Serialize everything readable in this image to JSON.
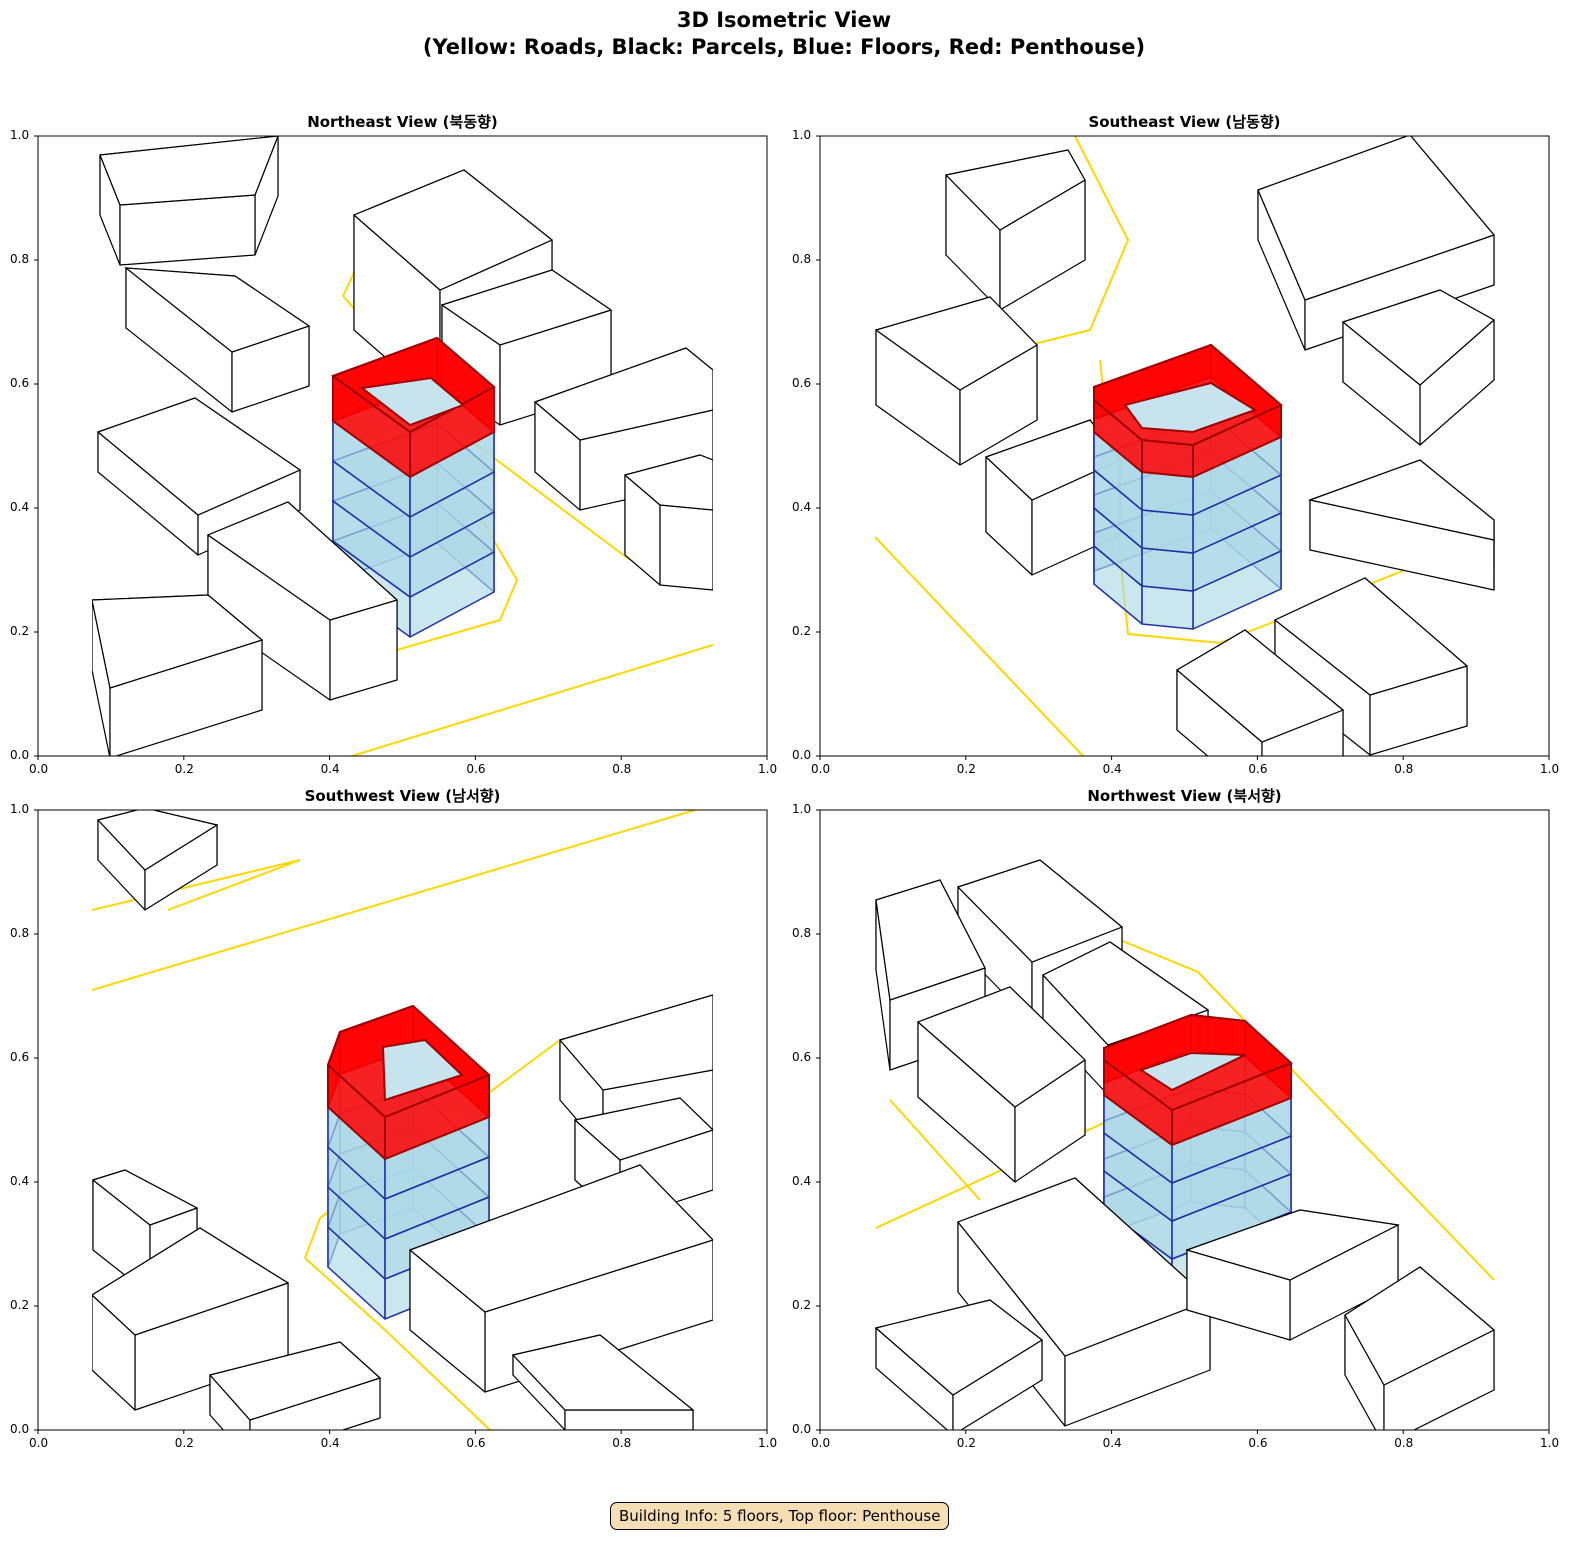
{
  "figure": {
    "title_line1": "3D Isometric View",
    "title_line2": "(Yellow: Roads, Black: Parcels, Blue: Floors, Red: Penthouse)",
    "info": "Building Info: 5 floors, Top floor: Penthouse"
  },
  "panels": [
    {
      "title": "Northeast View (북동향)"
    },
    {
      "title": "Southeast View (남동향)"
    },
    {
      "title": "Southwest View (남서향)"
    },
    {
      "title": "Northwest View (북서향)"
    }
  ],
  "axes": {
    "ticks": [
      "0.0",
      "0.2",
      "0.4",
      "0.6",
      "0.8",
      "1.0"
    ],
    "xlim": [
      0,
      1
    ],
    "ylim": [
      0,
      1
    ]
  },
  "colors": {
    "road": "#ffd700",
    "parcel": "#000000",
    "floor": "#add8e6",
    "floor_edge": "#2233aa",
    "penthouse": "#ff0000",
    "penthouse_edge": "#a00000"
  },
  "building": {
    "floors": 5,
    "top_floor": "Penthouse"
  }
}
